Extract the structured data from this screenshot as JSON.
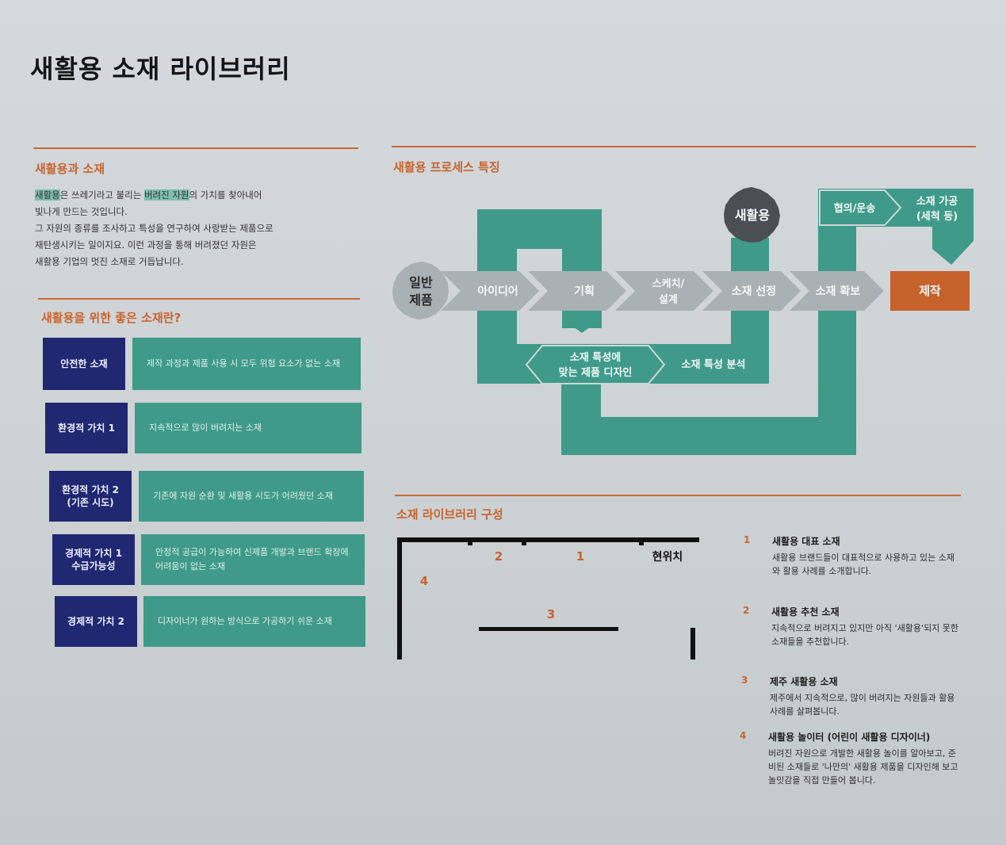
{
  "title": "새활용 소재 라이브러리",
  "section1": {
    "heading": "새활용과 소재",
    "lines": [
      {
        "highlight": "새활용",
        "before": "",
        "after": "은 쓰레기라고 불리는 ",
        "highlight2": "버려진 자원",
        "after2": "의 가치를 찾아내어"
      },
      {
        "text": "빛나게 만드는 것입니다."
      },
      {
        "text": "그 자원의 종류를 조사하고 특성을 연구하여 사랑받는 제품으로"
      },
      {
        "text": "재탄생시키는 일이지요. 이런 과정을 통해 버려졌던 자원은"
      },
      {
        "text": "새활용 기업의 멋진 소재로 거듭납니다."
      }
    ]
  },
  "section2": {
    "heading": "새활용을 위한 좋은 소재란?",
    "cards": [
      {
        "label": "안전한 소재",
        "desc": "제작 과정과 제품 사용 시 모두 위험 요소가 없는 소재"
      },
      {
        "label": "환경적 가치 1",
        "desc": "지속적으로 많이 버려지는 소재"
      },
      {
        "label": "환경적 가치 2 (기존 시도)",
        "desc": "기존에 자원 순환 및 새활용 시도가 어려웠던 소재"
      },
      {
        "label": "경제적 가치 1 수급가능성",
        "desc": "안정적 공급이 가능하여 신제품 개발과 브랜드 확장에 어려움이 없는 소재"
      },
      {
        "label": "경제적 가치 2",
        "desc": "디자이너가 원하는 방식으로 가공하기 쉬운 소재"
      }
    ]
  },
  "section3": {
    "heading": "새활용 프로세스 특징",
    "nodes": {
      "start": "일반 제품",
      "idea": "아이디어",
      "plan": "기획",
      "sketch": "스케치/ 설계",
      "select": "소재 선정",
      "secure": "소재 확보",
      "make": "제작",
      "upcycle": "새활용",
      "consult": "협의/운송",
      "process": "소재 가공 (세척 등)",
      "analyze": "소재 특성 분석",
      "design": "소재 특성에 맞는 제품 디자인"
    }
  },
  "section4": {
    "heading": "소재 라이브러리 구성",
    "map": {
      "here": "현위치",
      "n1": "1",
      "n2": "2",
      "n3": "3",
      "n4": "4"
    },
    "legend": [
      {
        "num": "1",
        "head": "새활용 대표 소재",
        "body": "새활용 브랜드들이 대표적으로 사용하고 있는 소재와 활용 사례를 소개합니다."
      },
      {
        "num": "2",
        "head": "새활용 추천 소재",
        "body": "지속적으로 버려지고 있지만 아직 '새활용'되지 못한 소재들을 추천합니다."
      },
      {
        "num": "3",
        "head": "제주 새활용 소재",
        "body": "제주에서 지속적으로, 많이 버려지는 자원들과 활용 사례를 살펴봅니다."
      },
      {
        "num": "4",
        "head": "새활용 놀이터 (어린이 새활용 디자이너)",
        "body": "버려진 자원으로 개발한 새활용 놀이를 알아보고, 준비된 소재들로 '나만의' 새활용 제품을 디자인해 보고 놀잇감을 직접 만들어 봅니다."
      }
    ]
  },
  "colors": {
    "teal": "#3f9a89",
    "navy": "#1f2870",
    "orange": "#c8642e",
    "gray_arrow": "#a9b1b5",
    "make_box": "#c6622b",
    "upcycle_badge": "#4a4f54"
  }
}
